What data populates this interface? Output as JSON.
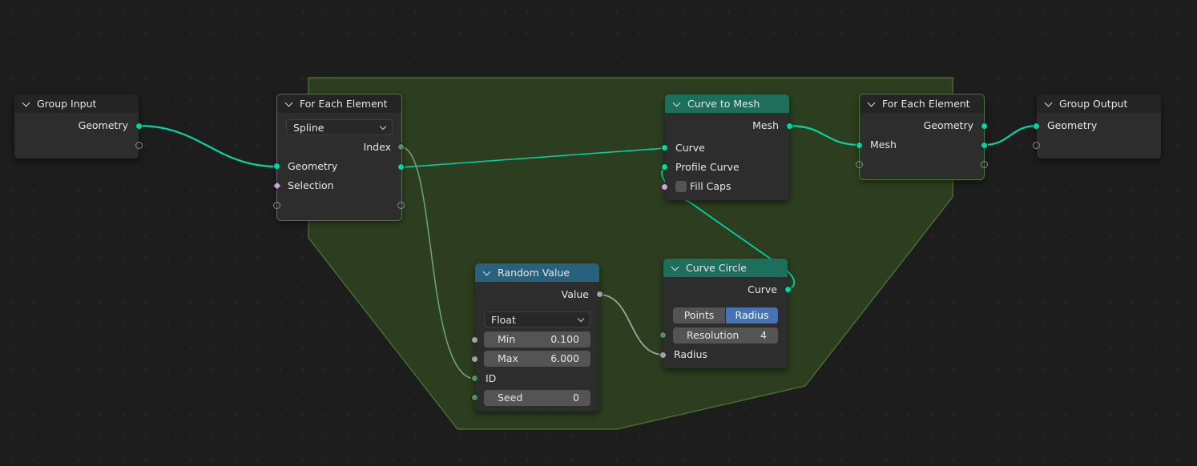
{
  "colors": {
    "background": "#1d1d1d",
    "node_body": "#2d2d2d",
    "header_default": "#242424",
    "header_geometry": "#1d6f5c",
    "header_utility": "#26627e",
    "zone_fill": "#2f4420",
    "zone_border": "#4e7a34",
    "geometry_socket": "#00d6a3",
    "integer_socket": "#598c5c",
    "float_socket": "#a1a1a1",
    "boolean_socket": "#cca6d6",
    "active_toggle": "#4772b3"
  },
  "nodes": {
    "group_input": {
      "title": "Group Input",
      "outputs": [
        "Geometry"
      ]
    },
    "for_each_input": {
      "title": "For Each Element",
      "domain": "Spline",
      "outputs": [
        "Index",
        "Geometry"
      ],
      "inputs": [
        "Geometry",
        "Selection"
      ]
    },
    "curve_to_mesh": {
      "title": "Curve to Mesh",
      "outputs": [
        "Mesh"
      ],
      "inputs": [
        "Curve",
        "Profile Curve"
      ],
      "fill_caps_label": "Fill Caps"
    },
    "for_each_output": {
      "title": "For Each Element",
      "outputs": [
        "Geometry"
      ],
      "inputs": [
        "Mesh"
      ]
    },
    "group_output": {
      "title": "Group Output",
      "inputs": [
        "Geometry"
      ]
    },
    "random_value": {
      "title": "Random Value",
      "outputs": [
        "Value"
      ],
      "data_type": "Float",
      "min_label": "Min",
      "min_value": "0.100",
      "max_label": "Max",
      "max_value": "6.000",
      "id_label": "ID",
      "seed_label": "Seed",
      "seed_value": "0"
    },
    "curve_circle": {
      "title": "Curve Circle",
      "outputs": [
        "Curve"
      ],
      "mode_options": [
        "Points",
        "Radius"
      ],
      "mode_selected": "Radius",
      "resolution_label": "Resolution",
      "resolution_value": "4",
      "radius_label": "Radius"
    }
  }
}
